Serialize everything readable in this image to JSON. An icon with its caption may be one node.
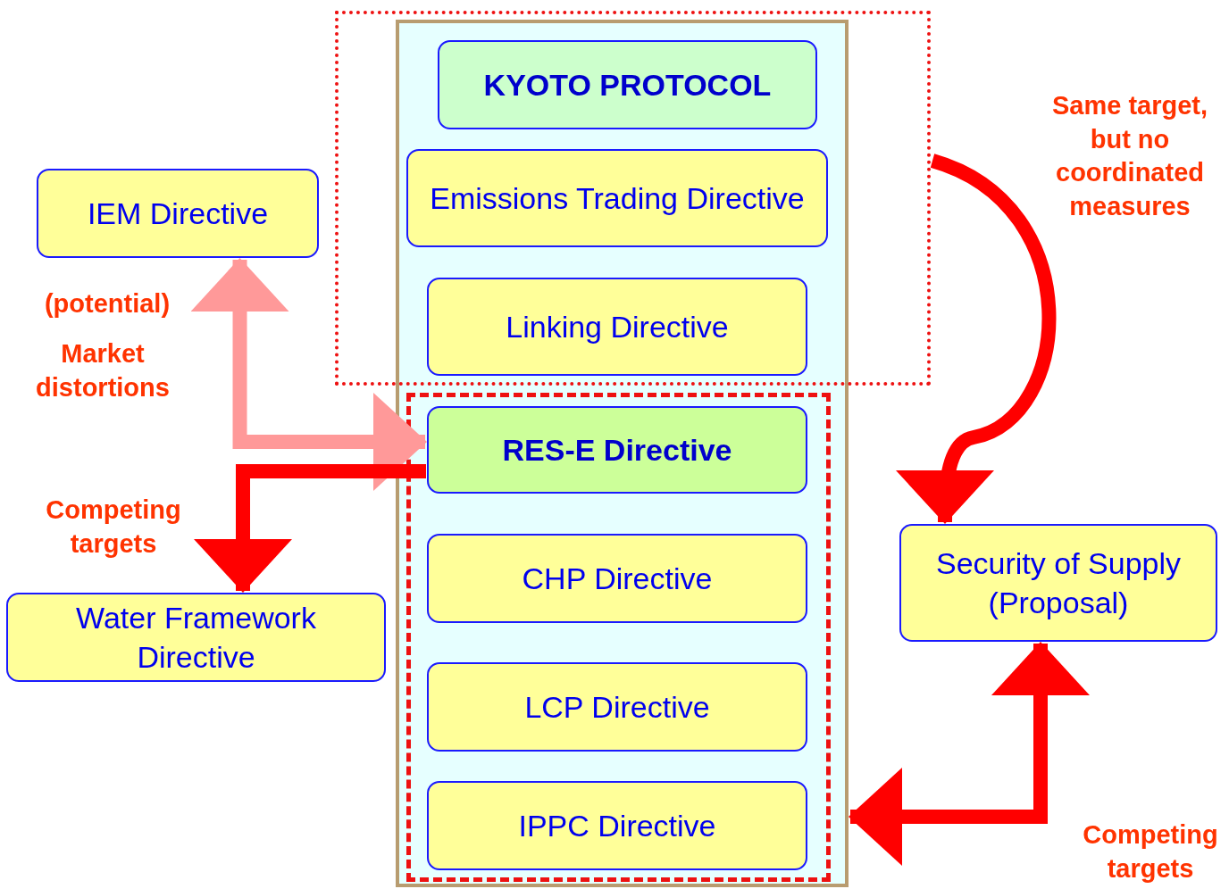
{
  "diagram": {
    "nodes": [
      {
        "text": [],
        "shape": "box"
      },
      {
        "text": [],
        "shape": "box"
      },
      {
        "text": [
          "KYOTO PROTOCOL"
        ]
      },
      {
        "text": [
          "Emissions Trading Directive"
        ]
      },
      {
        "text": [
          "Linking Directive"
        ]
      },
      {
        "text": [],
        "shape": "box",
        "in": 0
      },
      {
        "text": [
          "RES-E Directive"
        ],
        "in": 5
      },
      {
        "text": [
          "CHP Directive"
        ],
        "in": 5
      },
      {
        "text": [
          "LCP Directive"
        ],
        "in": 5
      },
      {
        "text": [
          "IPPC Directive"
        ],
        "in": 5
      },
      {
        "text": [
          "IEM Directive"
        ]
      },
      {
        "text": [
          "Water Framework Directive"
        ]
      },
      {
        "text": [
          "Security of Supply (Proposal)"
        ]
      }
    ],
    "edges": [
      {
        "from": 10,
        "to": 6,
        "arrow": "both",
        "color": "#ff9999"
      },
      {
        "from": 6,
        "to": 11,
        "arrow": "to"
      },
      {
        "from": 1,
        "to": 12,
        "arrow": "to"
      },
      {
        "from": 12,
        "to": 0,
        "arrow": "both"
      }
    ],
    "labels": [
      "(potential)",
      "Market distortions",
      "Competing targets",
      "Same target, but no coordinated measures",
      "Competing targets"
    ]
  }
}
